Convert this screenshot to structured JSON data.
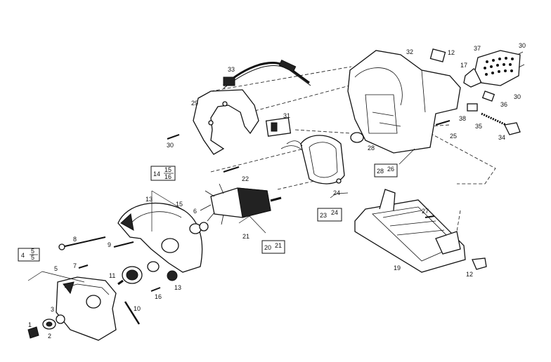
{
  "callouts": {
    "c1": "1",
    "c2": "2",
    "c3": "3",
    "c5": "5",
    "c6": "6",
    "c7": "7",
    "c8": "8",
    "c9": "9",
    "c10": "10",
    "c11": "11",
    "c12a": "12",
    "c12b": "12",
    "c13a": "13",
    "c13b": "13",
    "c15": "15",
    "c16": "16",
    "c17": "17",
    "c19": "19",
    "c21": "21",
    "c22": "22",
    "c24": "24",
    "c25": "25",
    "c27": "27",
    "c28": "28",
    "c29": "29",
    "c30a": "30",
    "c30b": "30",
    "c30c": "30",
    "c31": "31",
    "c32": "32",
    "c33": "33",
    "c34": "34",
    "c35": "35",
    "c36": "36",
    "c37": "37",
    "c38": "38"
  },
  "boxes": {
    "b4": {
      "main": "4",
      "top": "5",
      "bottom": "5"
    },
    "b14": {
      "main": "14",
      "top": "15",
      "bottom": "16"
    },
    "b20": {
      "main": "20",
      "top": "21",
      "bottom": ""
    },
    "b23": {
      "main": "23",
      "top": "24",
      "bottom": ""
    },
    "b26": {
      "main": "28",
      "top": "26",
      "bottom": ""
    }
  }
}
